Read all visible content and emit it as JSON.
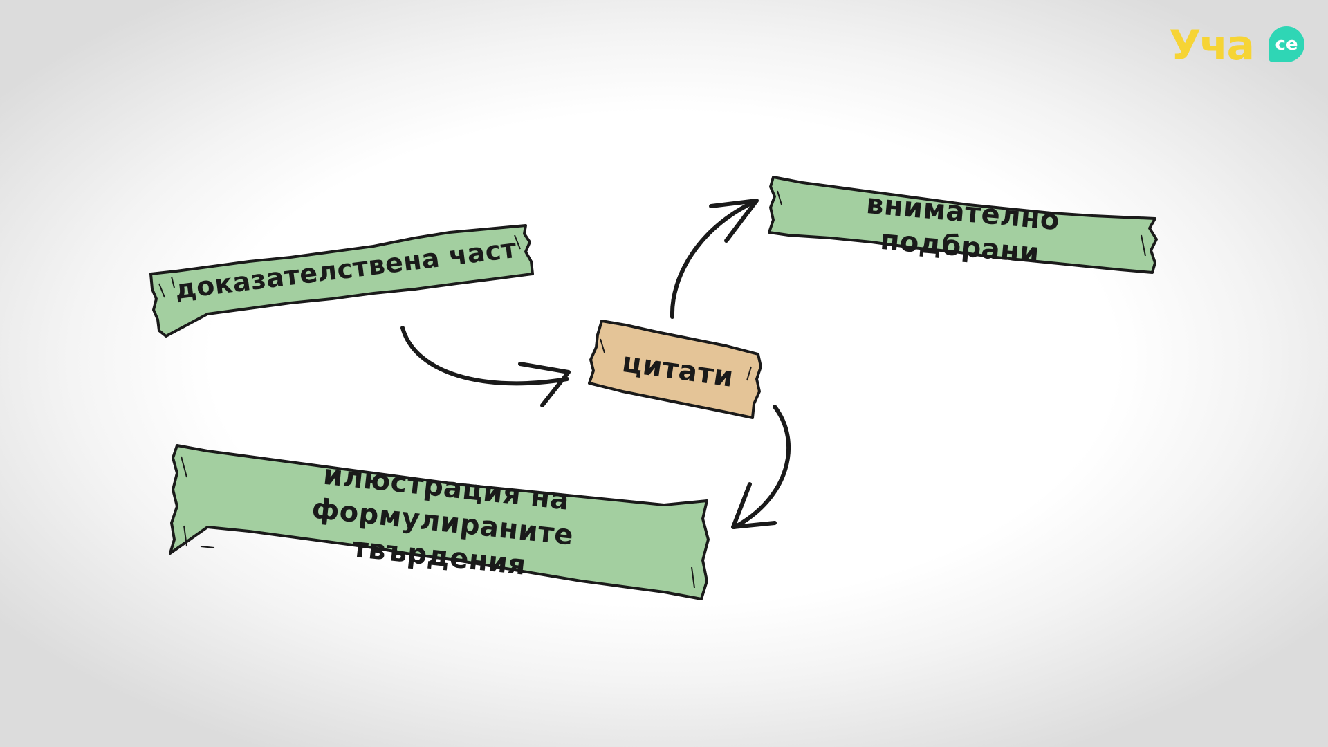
{
  "colors": {
    "green_tape": "#a3cfa0",
    "tan_tape": "#e4c497",
    "outline": "#1a1a1a",
    "logo_yellow": "#f6d435",
    "logo_teal": "#2fd6b5"
  },
  "logo": {
    "main": "Уча",
    "badge": "се"
  },
  "nodes": {
    "evidence": {
      "label": "доказателствена част"
    },
    "quotes": {
      "label": "цитати"
    },
    "carefully_selected": {
      "label": "внимателно подбрани"
    },
    "illustration": {
      "line1": "илюстрация на формулираните",
      "line2": "твърдения"
    }
  },
  "edges": [
    {
      "from": "evidence",
      "to": "quotes"
    },
    {
      "from": "quotes",
      "to": "carefully_selected"
    },
    {
      "from": "quotes",
      "to": "illustration"
    }
  ]
}
